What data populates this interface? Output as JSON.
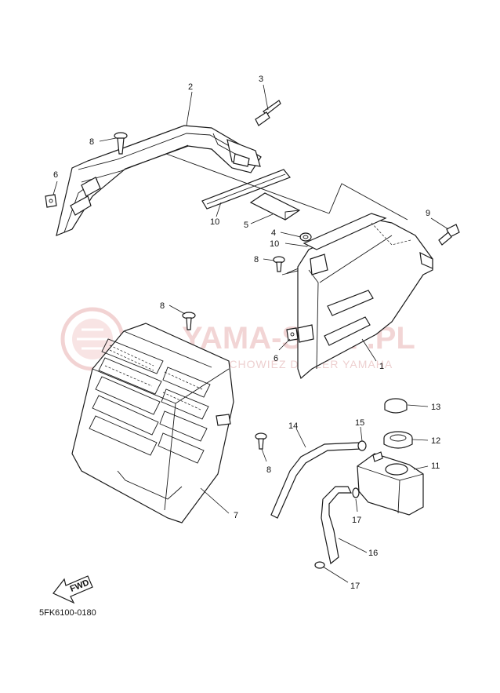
{
  "diagram_code": "5FK6100-0180",
  "fwd_label": "FWD",
  "watermark": {
    "main": "YAMA-SHOP.PL",
    "sub": "WOJCIECHOWIEZ DEALER YAMAHA"
  },
  "callouts": {
    "c1": "1",
    "c2": "2",
    "c3": "3",
    "c4": "4",
    "c5": "5",
    "c6a": "6",
    "c6b": "6",
    "c7": "7",
    "c8a": "8",
    "c8b": "8",
    "c8c": "8",
    "c8d": "8",
    "c9": "9",
    "c10a": "10",
    "c10b": "10",
    "c11": "11",
    "c12": "12",
    "c13": "13",
    "c14": "14",
    "c15": "15",
    "c16": "16",
    "c17a": "17",
    "c17b": "17"
  }
}
